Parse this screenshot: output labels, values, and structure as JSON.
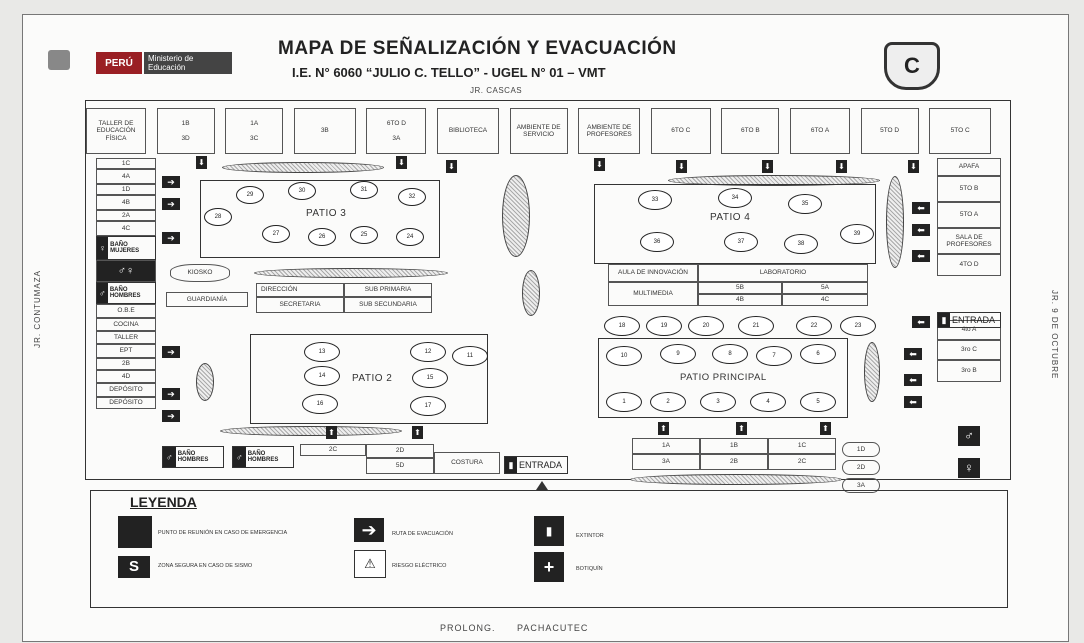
{
  "header": {
    "peru": "PERÚ",
    "ministerio": "Ministerio de Educación",
    "title": "MAPA DE SEÑALIZACIÓN Y EVACUACIÓN",
    "subtitle": "I.E. N° 6060 “JULIO C. TELLO” - UGEL N° 01 – VMT",
    "street_top": "JR. CASCAS",
    "logo_letter": "C"
  },
  "streets": {
    "left": "JR. CONTUMAZA",
    "right": "JR. 9 DE OCTUBRE",
    "bottom": "PROLONG. PACHACUTEC"
  },
  "top_rooms": [
    {
      "a": "TALLER DE EDUCACIÓN FÍSICA",
      "b": ""
    },
    {
      "a": "1B",
      "b": "3D"
    },
    {
      "a": "1A",
      "b": "3C"
    },
    {
      "a": "3B",
      "b": ""
    },
    {
      "a": "6TO D",
      "b": "3A"
    },
    {
      "a": "BIBLIOTECA",
      "b": ""
    },
    {
      "a": "AMBIENTE DE SERVICIO",
      "b": ""
    },
    {
      "a": "AMBIENTE DE PROFESORES",
      "b": ""
    },
    {
      "a": "6TO C",
      "b": ""
    },
    {
      "a": "6TO B",
      "b": ""
    },
    {
      "a": "6TO A",
      "b": ""
    },
    {
      "a": "5TO D",
      "b": ""
    },
    {
      "a": "5TO C",
      "b": ""
    }
  ],
  "left_rooms": [
    "1C",
    "4A",
    "1D",
    "4B",
    "2A",
    "4C",
    "BAÑO MUJERES",
    "",
    "BAÑO HOMBRES",
    "O.B.E",
    "COCINA",
    "TALLER",
    "EPT",
    "2B",
    "4D",
    "DEPÓSITO",
    "DEPÓSITO"
  ],
  "right_rooms": [
    "APAFA",
    "5TO B",
    "5TO A",
    "SALA DE PROFESORES",
    "4TO D",
    "ENTRADA",
    "4to A",
    "3ro C",
    "3ro B"
  ],
  "patios": {
    "p3": "PATIO 3",
    "p4": "PATIO 4",
    "p2": "PATIO 2",
    "principal": "PATIO PRINCIPAL"
  },
  "patio3_points": [
    "29",
    "30",
    "31",
    "32",
    "28",
    "27",
    "26",
    "25",
    "24"
  ],
  "patio4_points": [
    "33",
    "34",
    "35",
    "36",
    "37",
    "38",
    "39"
  ],
  "patio2_points": [
    "13",
    "12",
    "11",
    "14",
    "15",
    "16",
    "17"
  ],
  "principal_top": [
    "18",
    "19",
    "20",
    "21",
    "22",
    "23"
  ],
  "principal_points": [
    "10",
    "9",
    "8",
    "7",
    "6",
    "1",
    "2",
    "3",
    "4",
    "5"
  ],
  "center_left": {
    "kiosko": "KIOSKO",
    "guardiania": "GUARDIANÍA",
    "direccion": "DIRECCIÓN",
    "sub_primaria": "SUB PRIMARIA",
    "secretaria": "SECRETARIA",
    "sub_secundaria": "SUB SECUNDARIA"
  },
  "center_right": {
    "aula_innovacion": "AULA DE INNOVACIÓN",
    "laboratorio": "LABORATORIO",
    "multimedia": "MULTIMEDIA",
    "r5a": "5B",
    "r4b": "4B",
    "r5b": "5A",
    "r4c": "4C"
  },
  "bottom_rooms": {
    "bano_h1": "BAÑO HOMBRES",
    "bano_h2": "BAÑO HOMBRES",
    "c2c": "2C",
    "c2d": "2D",
    "c5d": "5D",
    "costura": "COSTURA",
    "entrada": "ENTRADA"
  },
  "bottom_right_rooms": [
    {
      "a": "1A",
      "b": "1B",
      "c": "1C"
    },
    {
      "a": "3A",
      "b": "2B",
      "c": "2C"
    }
  ],
  "small_rooms": [
    "1D",
    "2D",
    "3A"
  ],
  "legend": {
    "title": "LEYENDA",
    "items": [
      "PUNTO DE REUNIÓN EN CASO DE EMERGENCIA",
      "ZONA SEGURA EN CASO DE SISMO",
      "RUTA DE EVACUACIÓN",
      "RIESGO ELÉCTRICO",
      "EXTINTOR",
      "BOTIQUÍN"
    ]
  }
}
